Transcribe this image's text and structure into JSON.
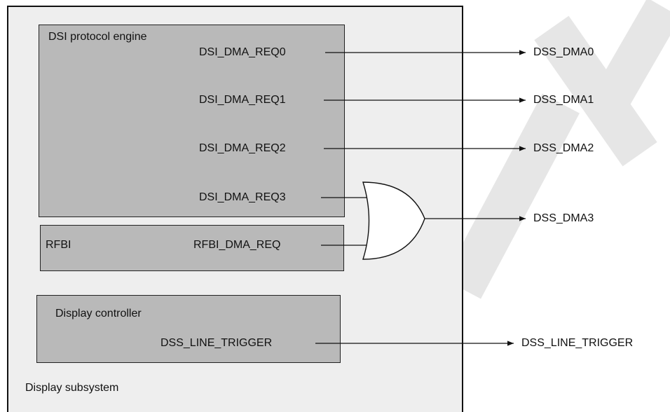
{
  "subsystem_label": "Display subsystem",
  "dsi": {
    "title": "DSI protocol engine",
    "signals": [
      "DSI_DMA_REQ0",
      "DSI_DMA_REQ1",
      "DSI_DMA_REQ2",
      "DSI_DMA_REQ3"
    ]
  },
  "rfbi": {
    "title": "RFBI",
    "signal": "RFBI_DMA_REQ"
  },
  "dispc": {
    "title": "Display controller",
    "signal": "DSS_LINE_TRIGGER"
  },
  "outputs": [
    "DSS_DMA0",
    "DSS_DMA1",
    "DSS_DMA2",
    "DSS_DMA3",
    "DSS_LINE_TRIGGER"
  ],
  "colors": {
    "block_fill": "#b9b9b9",
    "outer_fill": "#eeeeee",
    "watermark": "#e6e6e6"
  }
}
